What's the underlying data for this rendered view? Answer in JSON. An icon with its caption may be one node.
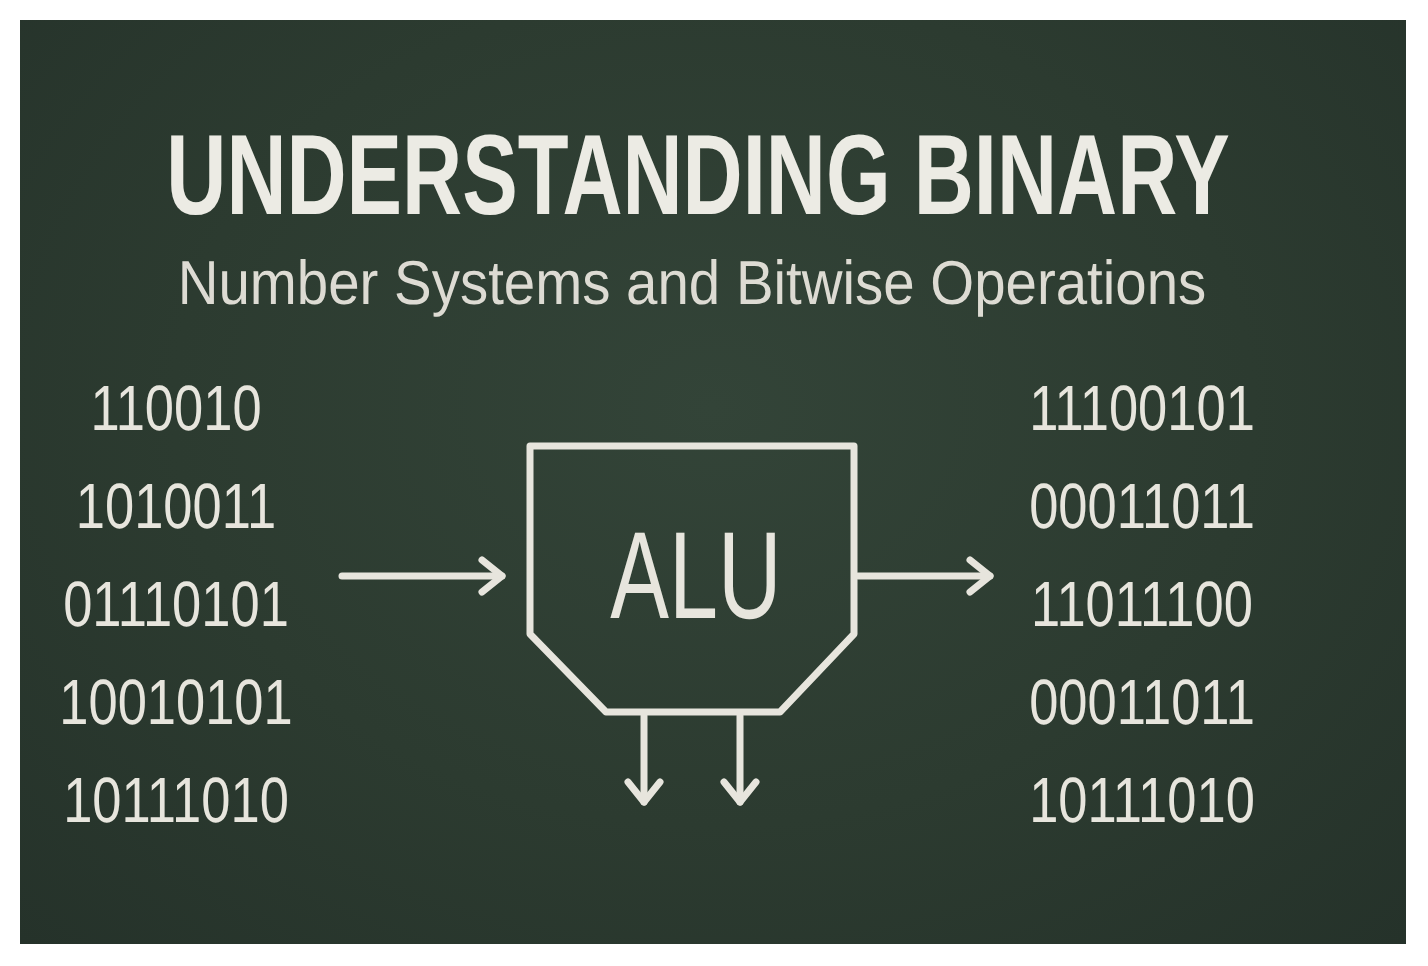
{
  "diagram": {
    "title": "UNDERSTANDING BINARY",
    "nodes": [
      {
        "text": [
          "110010",
          "1010011",
          "01110101",
          "10010101",
          "10111010"
        ]
      },
      {
        "text": [
          "ALU"
        ]
      },
      {
        "text": [
          "11100101",
          "00011011",
          "11011100",
          "00011011",
          "10111010"
        ]
      }
    ],
    "edges": [
      {
        "from": 0,
        "to": 1,
        "arrow": "to"
      },
      {
        "from": 1,
        "to": 2,
        "arrow": "to"
      },
      {
        "from": 1,
        "to": null,
        "arrow": "to"
      },
      {
        "from": 1,
        "to": null,
        "arrow": "to"
      }
    ],
    "labels": [
      "Number Systems and Bitwise Operations"
    ]
  }
}
